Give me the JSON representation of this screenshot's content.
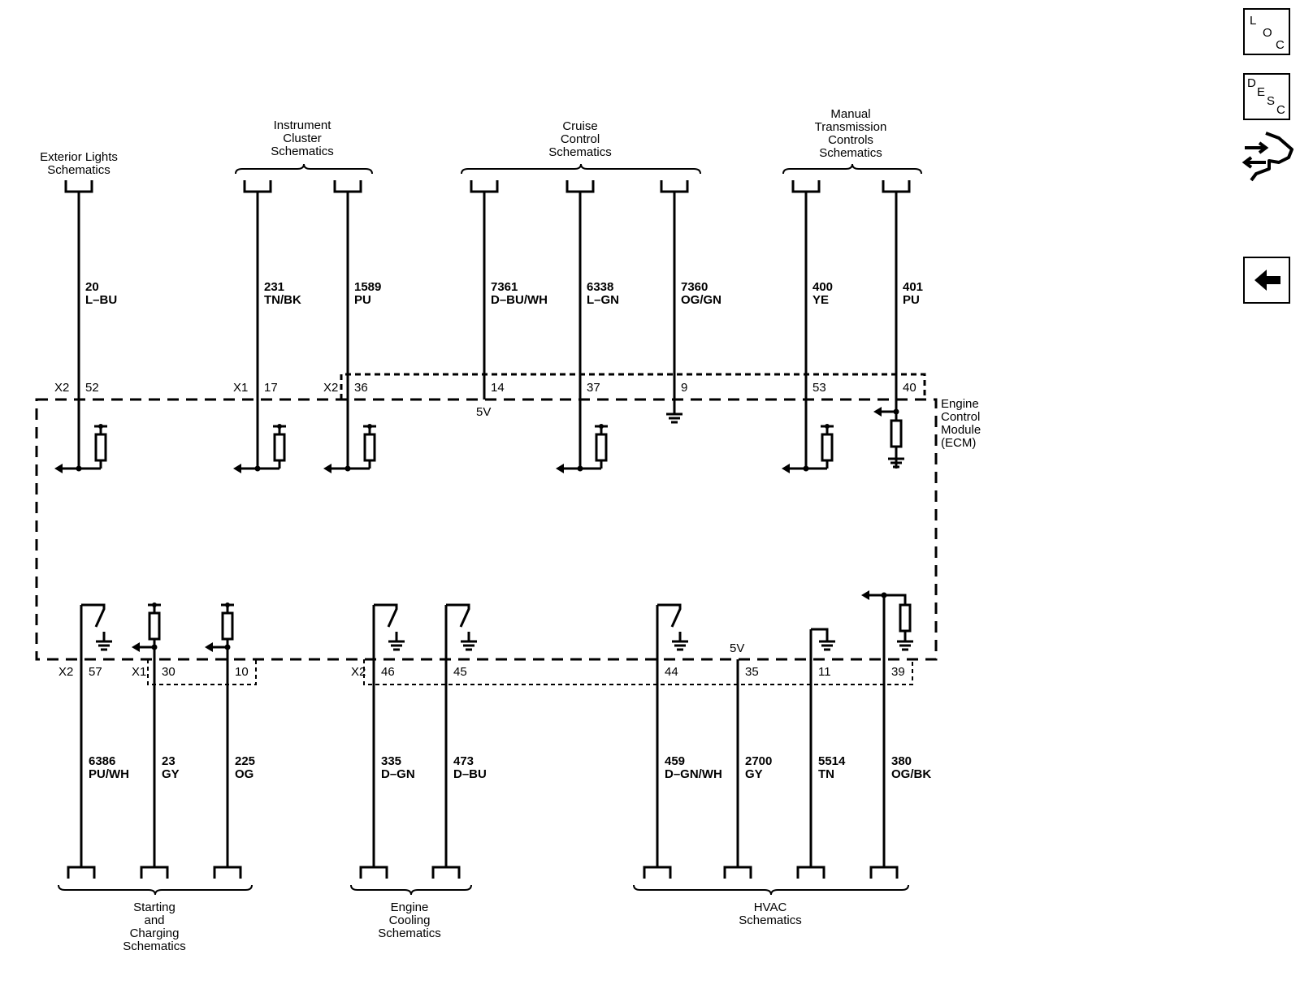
{
  "side_buttons": [
    {
      "name": "loc-button",
      "letters": [
        "L",
        "O",
        "C"
      ]
    },
    {
      "name": "desc-button",
      "letters": [
        "D",
        "E",
        "S",
        "C"
      ]
    }
  ],
  "hand_icon": "pointing-hand-icon",
  "back_icon": "back-arrow-icon",
  "top_groups": [
    {
      "id": "ext",
      "lines": [
        "Exterior Lights",
        "Schematics"
      ]
    },
    {
      "id": "ic",
      "lines": [
        "Instrument",
        "Cluster",
        "Schematics"
      ]
    },
    {
      "id": "cc",
      "lines": [
        "Cruise",
        "Control",
        "Schematics"
      ]
    },
    {
      "id": "mt",
      "lines": [
        "Manual",
        "Transmission",
        "Controls",
        "Schematics"
      ]
    }
  ],
  "bottom_groups": [
    {
      "id": "sc",
      "lines": [
        "Starting",
        "and",
        "Charging",
        "Schematics"
      ]
    },
    {
      "id": "ec",
      "lines": [
        "Engine",
        "Cooling",
        "Schematics"
      ]
    },
    {
      "id": "hv",
      "lines": [
        "HVAC",
        "Schematics"
      ]
    }
  ],
  "ecm_label": [
    "Engine",
    "Control",
    "Module",
    "(ECM)"
  ],
  "top_wires": [
    {
      "circuit": "20",
      "color": "L–BU",
      "connector": "X2",
      "pin": "52"
    },
    {
      "circuit": "231",
      "color": "TN/BK",
      "connector": "X1",
      "pin": "17"
    },
    {
      "circuit": "1589",
      "color": "PU",
      "connector": "X2",
      "pin": "36"
    },
    {
      "circuit": "7361",
      "color": "D–BU/WH",
      "connector": "",
      "pin": "14"
    },
    {
      "circuit": "6338",
      "color": "L–GN",
      "connector": "",
      "pin": "37"
    },
    {
      "circuit": "7360",
      "color": "OG/GN",
      "connector": "",
      "pin": "9"
    },
    {
      "circuit": "400",
      "color": "YE",
      "connector": "",
      "pin": "53"
    },
    {
      "circuit": "401",
      "color": "PU",
      "connector": "",
      "pin": "40"
    }
  ],
  "bottom_wires": [
    {
      "circuit": "6386",
      "color": "PU/WH",
      "connector": "X2",
      "pin": "57"
    },
    {
      "circuit": "23",
      "color": "GY",
      "connector": "X1",
      "pin": "30"
    },
    {
      "circuit": "225",
      "color": "OG",
      "connector": "",
      "pin": "10"
    },
    {
      "circuit": "335",
      "color": "D–GN",
      "connector": "X2",
      "pin": "46"
    },
    {
      "circuit": "473",
      "color": "D–BU",
      "connector": "",
      "pin": "45"
    },
    {
      "circuit": "459",
      "color": "D–GN/WH",
      "connector": "",
      "pin": "44"
    },
    {
      "circuit": "2700",
      "color": "GY",
      "connector": "",
      "pin": "35"
    },
    {
      "circuit": "5514",
      "color": "TN",
      "connector": "",
      "pin": "11"
    },
    {
      "circuit": "380",
      "color": "OG/BK",
      "connector": "",
      "pin": "39"
    }
  ],
  "voltage_labels": [
    "5V",
    "5V"
  ]
}
